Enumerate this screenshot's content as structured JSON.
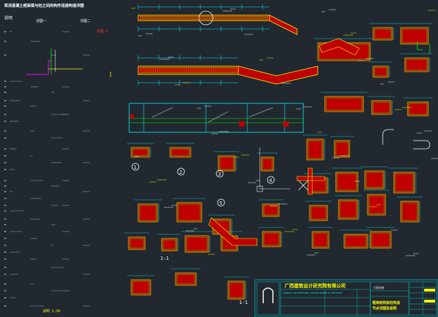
{
  "colors": {
    "background": "#212830",
    "rebar_green": "#00ff00",
    "dimension_cyan": "#00ffff",
    "concrete_red": "#c00000",
    "highlight_yellow": "#ffff00",
    "annotation_white": "#ffffff",
    "title_block_cyan": "#00c0c0",
    "magenta_line": "#ff00ff"
  },
  "drawing": {
    "sheet_title": "现浇混凝土框架梁与柱之间的构件连接构造详图",
    "section_label_1": "1:1",
    "section_label_2": "1-1",
    "circle_labels": [
      "1",
      "2",
      "3",
      "4",
      "5"
    ],
    "note_title": "说明",
    "detail_label_a": "详图一",
    "detail_label_b": "详图二",
    "detail_red_label": "详图-2",
    "bottom_note": "说明 1:20"
  },
  "title_block": {
    "company_cn": "广西建筑设计研究院有限公司",
    "company_en": "GUANGXI ARCHITECTURAL DESIGN RESEARCH INSTITUTE",
    "drawing_name_line1": "框架结构梁柱构造",
    "drawing_name_line2": "节点详图及说明",
    "project_label": "工程名称"
  }
}
